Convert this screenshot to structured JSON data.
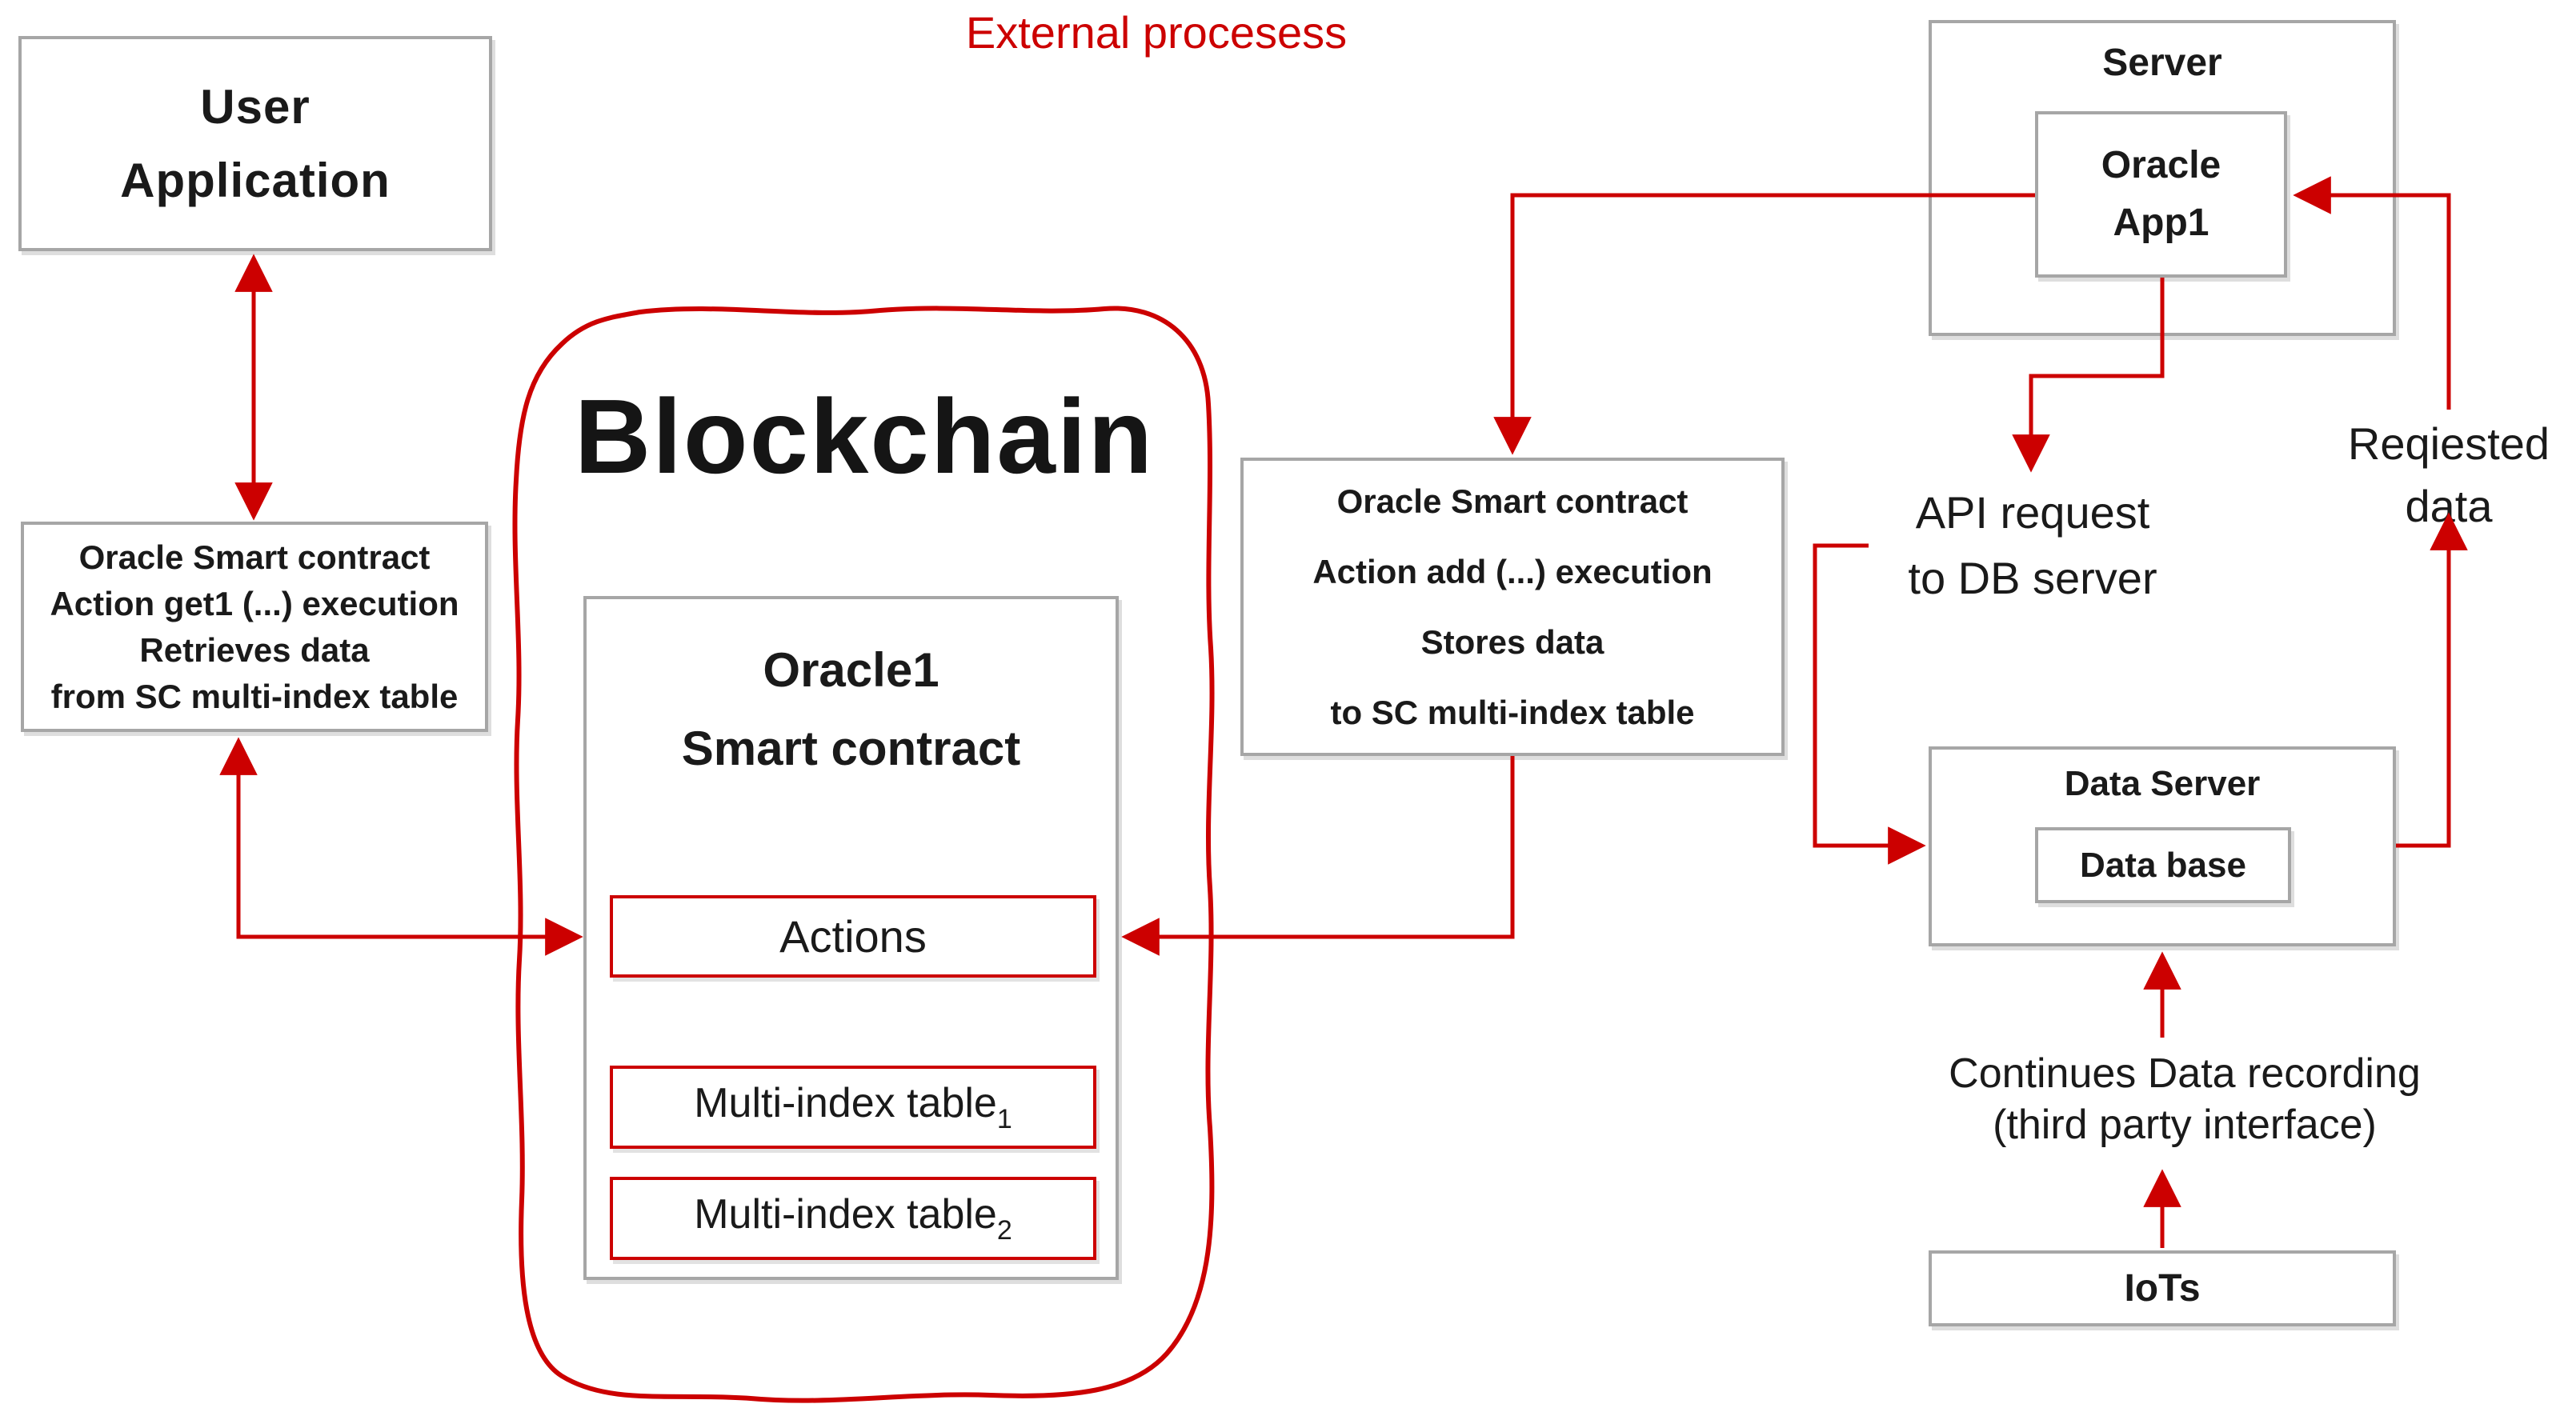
{
  "diagram": {
    "external_label": "External procesess",
    "user_app": {
      "line1": "User",
      "line2": "Application"
    },
    "oracle_sc_get": {
      "l1": "Oracle Smart contract",
      "l2": "Action get1 (...) execution",
      "l3": "Retrieves data",
      "l4": "from SC multi-index table"
    },
    "blockchain": {
      "title": "Blockchain",
      "oracle1": {
        "line1": "Oracle1",
        "line2": "Smart contract"
      },
      "actions": "Actions",
      "mit1": {
        "label": "Multi-index table",
        "sub": "1"
      },
      "mit2": {
        "label": "Multi-index table",
        "sub": "2"
      }
    },
    "oracle_sc_add": {
      "l1": "Oracle Smart contract",
      "l2": "Action add (...) execution",
      "l3": "Stores data",
      "l4": "to SC multi-index table"
    },
    "server": {
      "title": "Server",
      "app": {
        "line1": "Oracle",
        "line2": "App1"
      }
    },
    "api_request": {
      "line1": "API request",
      "line2": "to DB server"
    },
    "requested_data": {
      "line1": "Reqiested",
      "line2": "data"
    },
    "data_server": {
      "title": "Data Server",
      "database": "Data base"
    },
    "continues": {
      "line1": "Continues Data recording",
      "line2": "(third party interface)"
    },
    "iots": "IoTs",
    "colors": {
      "accent": "#cc0000",
      "box_border": "#a6a6a6",
      "text": "#1a1a1a"
    }
  }
}
